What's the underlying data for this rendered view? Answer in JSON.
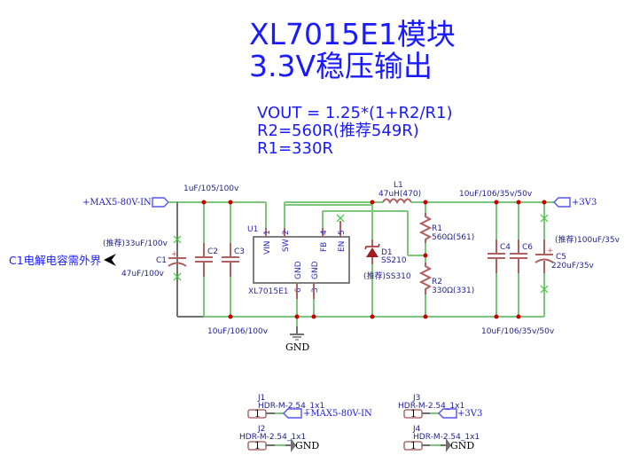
{
  "title": {
    "line1": "XL7015E1模块",
    "line2": "3.3V稳压输出"
  },
  "formula": {
    "line1": "VOUT = 1.25*(1+R2/R1)",
    "line2": "R2=560R(推荐549R)",
    "line3": "R1=330R"
  },
  "note": {
    "text": "C1电解电容需外界"
  },
  "nets": {
    "vin": "+MAX5-80V-IN",
    "vout": "+3V3",
    "gnd": "GND"
  },
  "components": {
    "c1": {
      "ref": "C1",
      "recommended": "(推荐)33uF/100v",
      "value": "47uF/100v"
    },
    "c2": {
      "ref": "C2"
    },
    "c3": {
      "ref": "C3"
    },
    "c23_value_top": "1uF/105/100v",
    "c23_value_bottom": "10uF/106/100v",
    "u1": {
      "ref": "U1",
      "value": "XL7015E1",
      "pins": [
        {
          "num": "1",
          "name": "VIN"
        },
        {
          "num": "2",
          "name": "SW"
        },
        {
          "num": "4",
          "name": "FB"
        },
        {
          "num": "5",
          "name": "EN"
        },
        {
          "num": "6",
          "name": "GND"
        },
        {
          "num": "3",
          "name": "GND"
        }
      ]
    },
    "l1": {
      "ref": "L1",
      "value": "47uH(470)"
    },
    "d1": {
      "ref": "D1",
      "value": "SS210",
      "recommended": "(推荐)SS310"
    },
    "r1": {
      "ref": "R1",
      "value": "560Ω(561)"
    },
    "r2": {
      "ref": "R2",
      "value": "330Ω(331)"
    },
    "c4": {
      "ref": "C4"
    },
    "c6": {
      "ref": "C6"
    },
    "c46_value_top": "10uF/106/35v/50v",
    "c46_value_bottom": "10uF/106/35v/50v",
    "c5": {
      "ref": "C5",
      "recommended": "(推荐)100uF/35v",
      "value": "220uF/35v"
    }
  },
  "connectors": [
    {
      "ref": "J1",
      "footprint": "HDR-M-2.54_1x1",
      "pin": "1",
      "net": "+MAX5-80V-IN"
    },
    {
      "ref": "J2",
      "footprint": "HDR-M-2.54_1x1",
      "pin": "1",
      "net": "GND"
    },
    {
      "ref": "J3",
      "footprint": "HDR-M-2.54_1x1",
      "pin": "1",
      "net": "+3V3"
    },
    {
      "ref": "J4",
      "footprint": "HDR-M-2.54_1x1",
      "pin": "1",
      "net": "GND"
    }
  ]
}
